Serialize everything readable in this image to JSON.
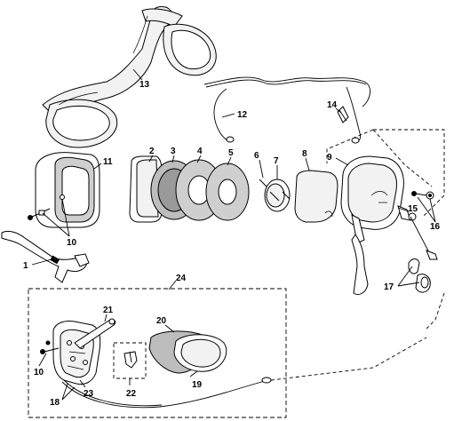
{
  "colors": {
    "ink": "#000000",
    "paper": "#ffffff",
    "light_fill": "#f2f2f2",
    "mid_fill": "#cfcfcf",
    "foam_fill": "#bdbdbd"
  },
  "callouts": [
    {
      "id": "c1",
      "text": "1"
    },
    {
      "id": "c2",
      "text": "2"
    },
    {
      "id": "c3",
      "text": "3"
    },
    {
      "id": "c4",
      "text": "4"
    },
    {
      "id": "c5",
      "text": "5"
    },
    {
      "id": "c6",
      "text": "6"
    },
    {
      "id": "c7",
      "text": "7"
    },
    {
      "id": "c8",
      "text": "8"
    },
    {
      "id": "c9",
      "text": "9"
    },
    {
      "id": "c10a",
      "text": "10"
    },
    {
      "id": "c10b",
      "text": "10"
    },
    {
      "id": "c11",
      "text": "11"
    },
    {
      "id": "c12",
      "text": "12"
    },
    {
      "id": "c13",
      "text": "13"
    },
    {
      "id": "c14",
      "text": "14"
    },
    {
      "id": "c15",
      "text": "15"
    },
    {
      "id": "c16",
      "text": "16"
    },
    {
      "id": "c17",
      "text": "17"
    },
    {
      "id": "c18",
      "text": "18"
    },
    {
      "id": "c19",
      "text": "19"
    },
    {
      "id": "c20",
      "text": "20"
    },
    {
      "id": "c21",
      "text": "21"
    },
    {
      "id": "c22",
      "text": "22"
    },
    {
      "id": "c23",
      "text": "23"
    },
    {
      "id": "c24",
      "text": "24"
    }
  ],
  "icons": {
    "headband_strap": "strap-icon",
    "earcup_shell": "earcup-icon",
    "cushion_ring": "ring-icon",
    "microphone_boom": "boom-mic-icon"
  }
}
